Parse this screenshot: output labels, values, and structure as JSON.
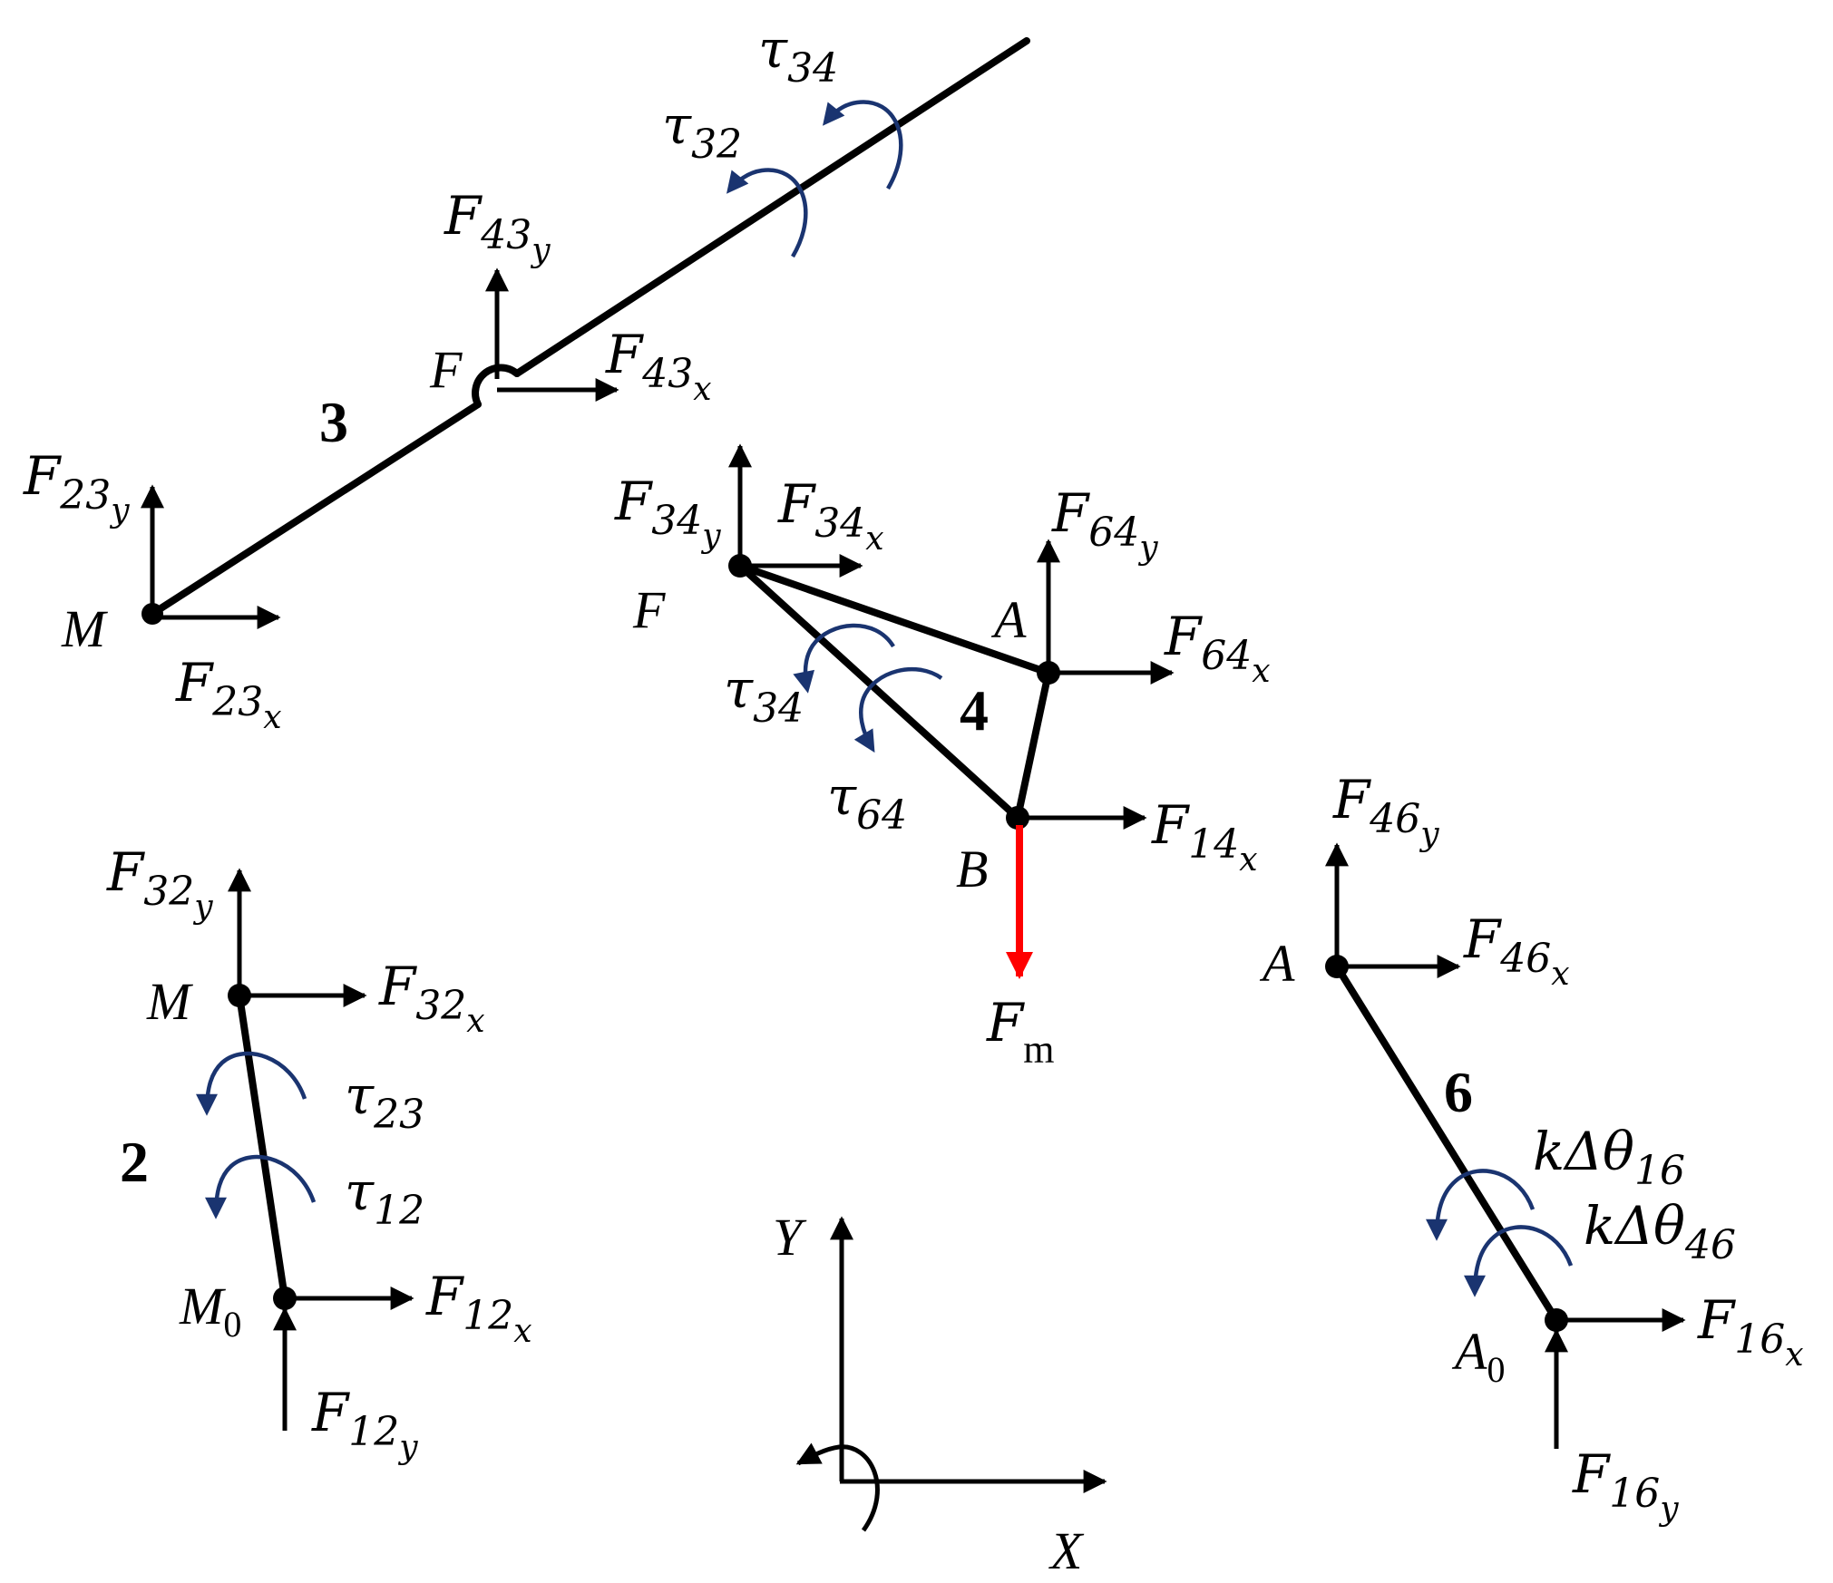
{
  "link_numbers": {
    "link2": "2",
    "link3": "3",
    "link4": "4",
    "link6": "6"
  },
  "points": {
    "M_link3": "M",
    "F_link3": "F",
    "F_link4": "F",
    "A_link4": "A",
    "B_link4": "B",
    "M_link2": "M",
    "M0_main": "M",
    "M0_sub": "0",
    "A_link6": "A",
    "A0_main": "A",
    "A0_sub": "0"
  },
  "forces": {
    "F23y": {
      "main": "F",
      "sub": "23",
      "dir": "y"
    },
    "F23x": {
      "main": "F",
      "sub": "23",
      "dir": "x"
    },
    "F43y": {
      "main": "F",
      "sub": "43",
      "dir": "y"
    },
    "F43x": {
      "main": "F",
      "sub": "43",
      "dir": "x"
    },
    "F34y": {
      "main": "F",
      "sub": "34",
      "dir": "y"
    },
    "F34x": {
      "main": "F",
      "sub": "34",
      "dir": "x"
    },
    "F64y": {
      "main": "F",
      "sub": "64",
      "dir": "y"
    },
    "F64x": {
      "main": "F",
      "sub": "64",
      "dir": "x"
    },
    "F14x": {
      "main": "F",
      "sub": "14",
      "dir": "x"
    },
    "Fm": {
      "main": "F",
      "sub": "m"
    },
    "F32y": {
      "main": "F",
      "sub": "32",
      "dir": "y"
    },
    "F32x": {
      "main": "F",
      "sub": "32",
      "dir": "x"
    },
    "F12x": {
      "main": "F",
      "sub": "12",
      "dir": "x"
    },
    "F12y": {
      "main": "F",
      "sub": "12",
      "dir": "y"
    },
    "F46y": {
      "main": "F",
      "sub": "46",
      "dir": "y"
    },
    "F46x": {
      "main": "F",
      "sub": "46",
      "dir": "x"
    },
    "F16x": {
      "main": "F",
      "sub": "16",
      "dir": "x"
    },
    "F16y": {
      "main": "F",
      "sub": "16",
      "dir": "y"
    }
  },
  "torques": {
    "tau34_top": {
      "main": "τ",
      "sub": "34"
    },
    "tau32": {
      "main": "τ",
      "sub": "32"
    },
    "tau34_link4": {
      "main": "τ",
      "sub": "34"
    },
    "tau64": {
      "main": "τ",
      "sub": "64"
    },
    "tau23": {
      "main": "τ",
      "sub": "23"
    },
    "tau12": {
      "main": "τ",
      "sub": "12"
    },
    "kdt16": {
      "main": "kΔθ",
      "sub": "16"
    },
    "kdt46": {
      "main": "kΔθ",
      "sub": "46"
    }
  },
  "axes": {
    "x_label": "X",
    "y_label": "Y"
  },
  "colors": {
    "link": "#000000",
    "torque_arrow": "#1a3470",
    "external_force": "#ff0000"
  }
}
